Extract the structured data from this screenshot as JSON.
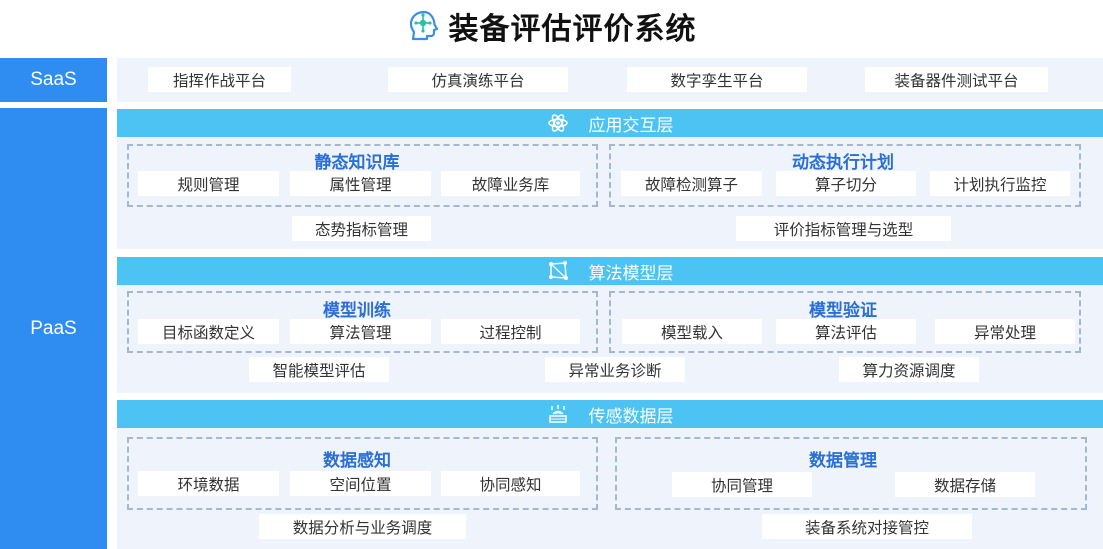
{
  "title": "装备评估评价系统",
  "colors": {
    "side": "#2f8cf0",
    "layer_header": "#4cc3f2",
    "band": "#eef3fc",
    "group_title": "#2a6fd6",
    "group_border": "#a3b9d3"
  },
  "saas": {
    "label": "SaaS",
    "items": [
      "指挥作战平台",
      "仿真演练平台",
      "数字孪生平台",
      "装备器件测试平台"
    ]
  },
  "paas": {
    "label": "PaaS",
    "layers": [
      {
        "title": "应用交互层",
        "icon": "atom-icon",
        "groups": [
          {
            "title": "静态知识库",
            "items": [
              "规则管理",
              "属性管理",
              "故障业务库"
            ]
          },
          {
            "title": "动态执行计划",
            "items": [
              "故障检测算子",
              "算子切分",
              "计划执行监控"
            ]
          }
        ],
        "extras": [
          "态势指标管理",
          "评价指标管理与选型"
        ]
      },
      {
        "title": "算法模型层",
        "icon": "nodes-icon",
        "groups": [
          {
            "title": "模型训练",
            "items": [
              "目标函数定义",
              "算法管理",
              "过程控制"
            ]
          },
          {
            "title": "模型验证",
            "items": [
              "模型载入",
              "算法评估",
              "异常处理"
            ]
          }
        ],
        "extras": [
          "智能模型评估",
          "异常业务诊断",
          "算力资源调度"
        ]
      },
      {
        "title": "传感数据层",
        "icon": "sensor-icon",
        "groups": [
          {
            "title": "数据感知",
            "items": [
              "环境数据",
              "空间位置",
              "协同感知"
            ]
          },
          {
            "title": "数据管理",
            "items": [
              "协同管理",
              "数据存储"
            ]
          }
        ],
        "extras": [
          "数据分析与业务调度",
          "装备系统对接管控"
        ]
      }
    ]
  }
}
